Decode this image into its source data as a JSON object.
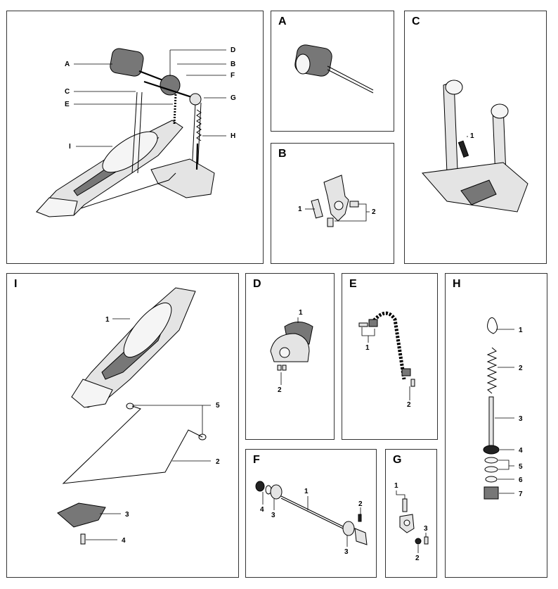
{
  "panels": {
    "main": {
      "callouts": [
        "A",
        "B",
        "C",
        "D",
        "E",
        "F",
        "G",
        "H",
        "I"
      ]
    },
    "A": {
      "title": "A"
    },
    "B": {
      "title": "B",
      "callouts": [
        "1",
        "2"
      ]
    },
    "C": {
      "title": "C",
      "callouts": [
        "1"
      ]
    },
    "I": {
      "title": "I",
      "callouts": [
        "1",
        "5",
        "2",
        "3",
        "4"
      ]
    },
    "D": {
      "title": "D",
      "callouts": [
        "1",
        "2"
      ]
    },
    "E": {
      "title": "E",
      "callouts": [
        "1",
        "2"
      ]
    },
    "H": {
      "title": "H",
      "callouts": [
        "1",
        "2",
        "3",
        "4",
        "5",
        "6",
        "7"
      ]
    },
    "F": {
      "title": "F",
      "callouts": [
        "1",
        "2",
        "4",
        "3",
        "3"
      ]
    },
    "G": {
      "title": "G",
      "callouts": [
        "1",
        "3",
        "2"
      ]
    }
  }
}
